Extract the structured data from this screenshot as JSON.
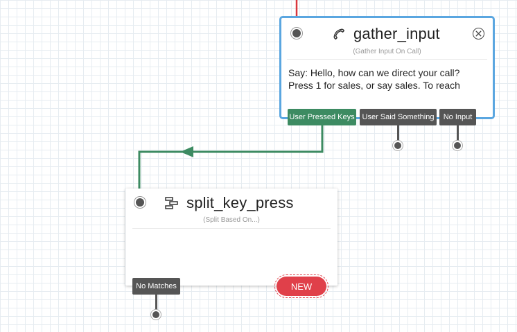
{
  "colors": {
    "selected_border": "#5aa6e0",
    "connected_tab": "#3d8b62",
    "default_tab": "#555555",
    "incoming_wire": "#d9363e",
    "connection_wire": "#3d8b62",
    "new_badge": "#e0404a"
  },
  "widgets": {
    "gather_input": {
      "icon": "phone-icon",
      "title": "gather_input",
      "subtitle": "(Gather Input On Call)",
      "body": "Say: Hello, how can we direct your call?\nPress 1 for sales, or say sales. To reach",
      "close_icon": "close-circle-icon",
      "transitions": [
        {
          "label": "User Pressed Keys",
          "connected": true
        },
        {
          "label": "User Said Something",
          "connected": false
        },
        {
          "label": "No Input",
          "connected": false
        }
      ]
    },
    "split_key_press": {
      "icon": "split-icon",
      "title": "split_key_press",
      "subtitle": "(Split Based On...)",
      "transitions": [
        {
          "label": "No Matches",
          "connected": false
        }
      ],
      "new_label": "NEW"
    }
  }
}
